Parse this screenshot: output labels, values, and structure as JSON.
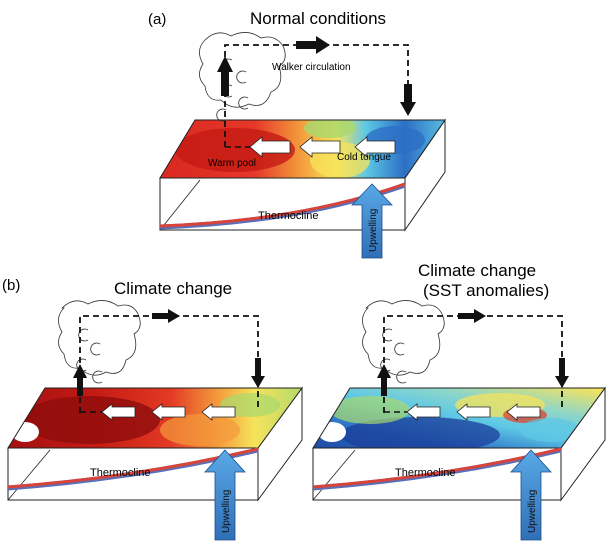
{
  "panel_a": {
    "label": "(a)",
    "title": "Normal conditions",
    "walker_label": "Walker circulation",
    "warm_pool_label": "Warm pool",
    "cold_tongue_label": "Cold tongue",
    "thermocline_label": "Thermocline",
    "upwelling_label": "Upwelling"
  },
  "panel_b": {
    "label": "(b)",
    "left": {
      "title": "Climate change",
      "thermocline_label": "Thermocline",
      "upwelling_label": "Upwelling"
    },
    "right": {
      "title_line1": "Climate change",
      "title_line2": "(SST anomalies)",
      "thermocline_label": "Thermocline",
      "upwelling_label": "Upwelling"
    }
  },
  "colors": {
    "warm": "#d7261e",
    "hot": "#a01010",
    "orange": "#f39a3c",
    "yellow": "#f7e35a",
    "green": "#a8d86e",
    "cyan": "#5ec8e6",
    "blue": "#2d6ec4",
    "deep_blue": "#1b3f9a",
    "thermocline": "#d8443a",
    "upwelling_arrow": "#3a86cf"
  }
}
